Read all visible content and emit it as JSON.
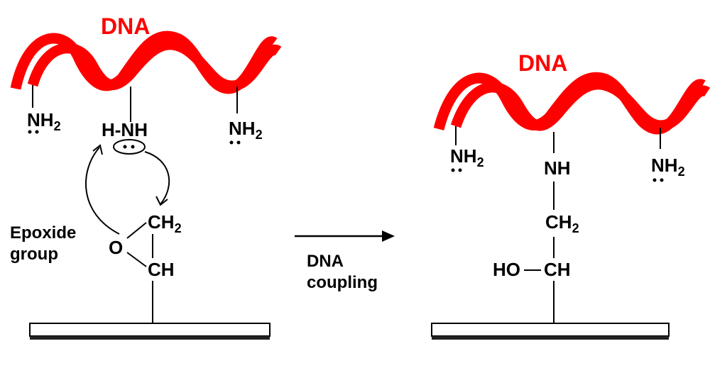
{
  "colors": {
    "dna": "#ff0000",
    "ink": "#000000",
    "surface": "#ffffff"
  },
  "left_panel": {
    "dna_label": "DNA",
    "amine_left": {
      "main": "NH",
      "sub": "2"
    },
    "amine_center": "H-NH",
    "amine_right": {
      "main": "NH",
      "sub": "2"
    },
    "epoxide_label_line1": "Epoxide",
    "epoxide_label_line2": "group",
    "epoxide_ch2": {
      "main": "CH",
      "sub": "2"
    },
    "epoxide_o": "O",
    "epoxide_ch": "CH"
  },
  "arrow": {
    "caption_line1": "DNA",
    "caption_line2": "coupling"
  },
  "right_panel": {
    "dna_label": "DNA",
    "amine_left": {
      "main": "NH",
      "sub": "2"
    },
    "amine_center": "NH",
    "amine_right": {
      "main": "NH",
      "sub": "2"
    },
    "linker_ch2": {
      "main": "CH",
      "sub": "2"
    },
    "linker_ho": "HO",
    "linker_ch": "CH"
  }
}
